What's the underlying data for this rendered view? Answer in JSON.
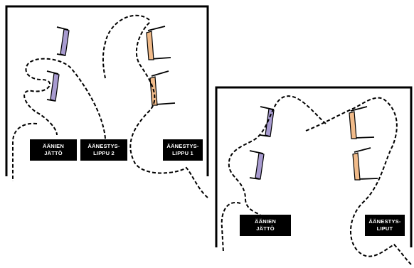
{
  "diagrams": [
    {
      "name": "two-ballot-layout",
      "labels": {
        "drop": [
          "ÄÄNIEN",
          "JÄTTÖ"
        ],
        "ballot2": [
          "ÄÄNESTYS-",
          "LIPPU 2"
        ],
        "ballot1": [
          "ÄÄNESTYS-",
          "LIPPU 1"
        ]
      }
    },
    {
      "name": "combined-ballot-layout",
      "labels": {
        "drop": [
          "ÄÄNIEN",
          "JÄTTÖ"
        ],
        "ballots": [
          "ÄÄNESTYS-",
          "LIPUT"
        ]
      }
    }
  ],
  "colors": {
    "booth_purple": "#a89bd0",
    "booth_orange": "#f1bb8a",
    "line": "#000000",
    "label_bg": "#000000",
    "label_text": "#ffffff"
  }
}
